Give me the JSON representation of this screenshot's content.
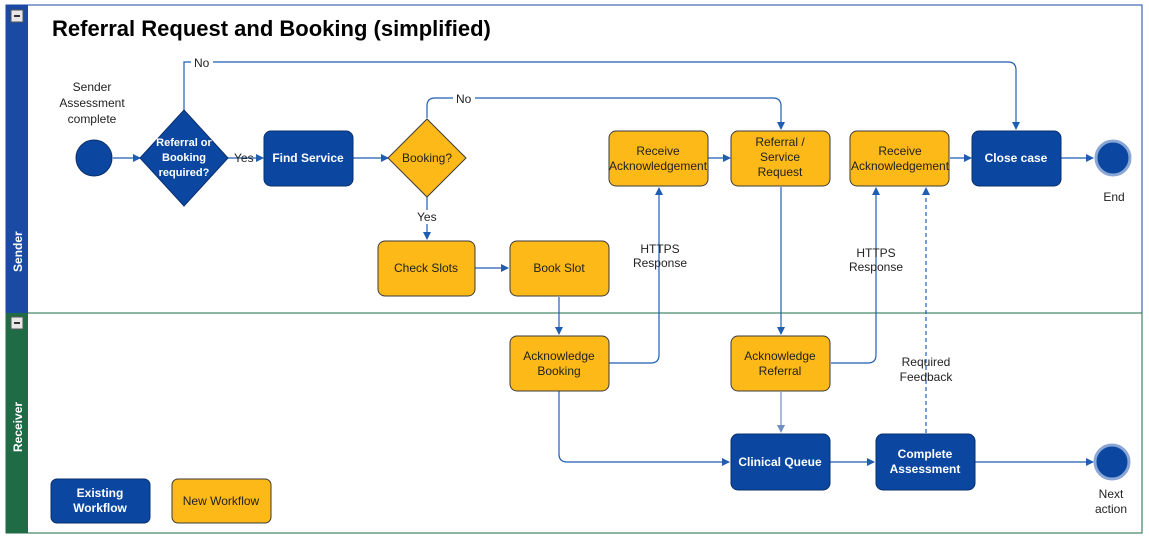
{
  "title": "Referral Request and Booking (simplified)",
  "colors": {
    "existing": "#0b47a1",
    "existing_border": "#0a2f6b",
    "new": "#fdb918",
    "new_border": "#3a3a3a",
    "sender_lane": "#1a4aa3",
    "receiver_lane": "#1e6b46",
    "arrow": "#1f5db3"
  },
  "lanes": {
    "sender": "Sender",
    "receiver": "Receiver"
  },
  "labels": {
    "start": "Sender\nAssessment\ncomplete",
    "end": "End",
    "next": "Next\naction",
    "no_top": "No",
    "no_booking": "No",
    "yes_decision": "Yes",
    "yes_booking": "Yes",
    "https_1": "HTTPS\nResponse",
    "https_2": "HTTPS\nResponse",
    "required_feedback": "Required\nFeedback"
  },
  "nodes": {
    "decision_referral": "Referral or\nBooking\nrequired?",
    "find_service": "Find Service",
    "decision_booking": "Booking?",
    "check_slots": "Check Slots",
    "book_slot": "Book Slot",
    "receive_ack_1": "Receive\nAcknowledgement",
    "referral_request": "Referral /\nService\nRequest",
    "receive_ack_2": "Receive\nAcknowledgement",
    "close_case": "Close case",
    "acknowledge_booking": "Acknowledge\nBooking",
    "acknowledge_referral": "Acknowledge\nReferral",
    "clinical_queue": "Clinical Queue",
    "complete_assessment": "Complete\nAssessment"
  },
  "legend": {
    "existing": "Existing\nWorkflow",
    "new": "New Workflow"
  }
}
